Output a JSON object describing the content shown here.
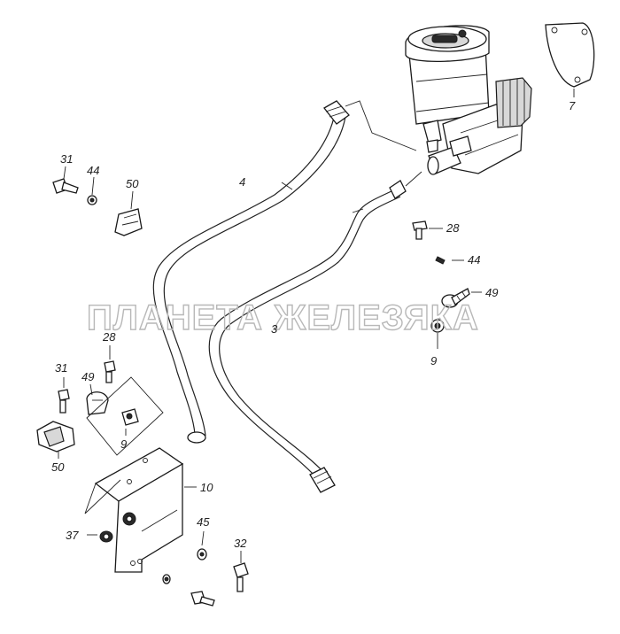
{
  "watermark": "ПЛАНЕТА ЖЕЛЕЗЯКА",
  "labels": {
    "l3": "3",
    "l4": "4",
    "l7": "7",
    "l9a": "9",
    "l9b": "9",
    "l10": "10",
    "l28a": "28",
    "l28b": "28",
    "l31a": "31",
    "l31b": "31",
    "l32": "32",
    "l37": "37",
    "l44a": "44",
    "l44b": "44",
    "l45": "45",
    "l49a": "49",
    "l49b": "49",
    "l50a": "50",
    "l50b": "50"
  },
  "colors": {
    "line": "#222222",
    "watermark": "#b8b8b8",
    "background": "#ffffff"
  }
}
